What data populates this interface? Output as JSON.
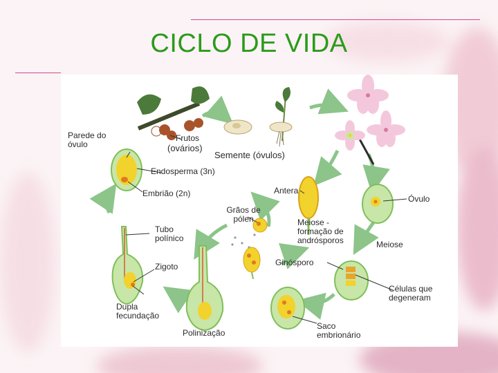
{
  "slide": {
    "title": "CICLO DE VIDA",
    "accent_color": "#2b9b1b",
    "rule_color": "#d04a8a"
  },
  "diagram": {
    "labels": {
      "parede_do_ovulo": "Parede do óvulo",
      "frutos": "Frutos",
      "ovarios": "(ovários)",
      "semente": "Semente (óvulos)",
      "endosperma": "Endosperma (3n)",
      "embriao": "Embrião (2n)",
      "antera": "Antera",
      "ovulo": "Óvulo",
      "graos_de_polen": "Grãos de pólen",
      "tubo_polinico": "Tubo polínico",
      "meiose_formacao": "Meiose - formação de andrósporos",
      "meiose": "Meiose",
      "zigoto": "Zigoto",
      "ginosporo": "Ginósporo",
      "celulas_que_degeneram": "Células que degeneram",
      "dupla_fecundacao": "Dupla fecundação",
      "saco_embrionario": "Saco embrionário",
      "polinizacao": "Polinização"
    },
    "colors": {
      "tissue_green": "#c8e6a8",
      "tissue_dark": "#7fbf5a",
      "arrow": "#8cc48a",
      "endosperm": "#f2d22c",
      "embryo": "#e07a1e",
      "fruit": "#a9532a",
      "petal": "#f4c8dc"
    }
  }
}
